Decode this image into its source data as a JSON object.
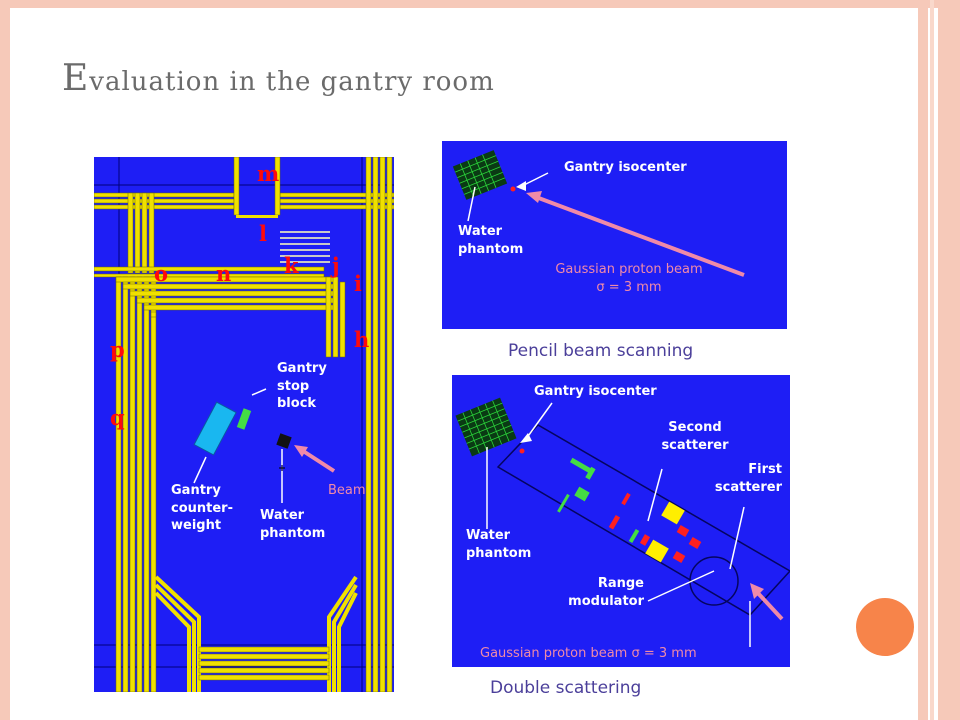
{
  "slide": {
    "title": "Evaluation in the gantry room",
    "title_first_letter": "E",
    "title_rest": "valuation in the gantry room"
  },
  "room_diagram": {
    "letters": [
      "m",
      "l",
      "k",
      "j",
      "o",
      "n",
      "i",
      "h",
      "p",
      "q"
    ],
    "labels": {
      "gantry_stop_block": "Gantry stop block",
      "gantry_counterweight": "Gantry counter- weight",
      "water_phantom": "Water phantom",
      "beam": "Beam"
    }
  },
  "pencil_beam_panel": {
    "isocenter_label": "Gantry isocenter",
    "water_phantom_label": "Water phantom",
    "beam_label": "Gaussian proton beam  σ = 3 mm",
    "caption": "Pencil beam scanning"
  },
  "double_scatter_panel": {
    "isocenter_label": "Gantry isocenter",
    "second_scatterer_label": "Second scatterer",
    "first_scatterer_label": "First scatterer",
    "water_phantom_label": "Water phantom",
    "range_modulator_label": "Range modulator",
    "beam_label": "Gaussian proton beam  σ = 3 mm",
    "caption": "Double scattering"
  },
  "colors": {
    "panel_blue": "#1e1ef5",
    "wall_yellow": "#f0e000",
    "letter_red": "#ff0a0a",
    "beam_pink": "#f08aa8",
    "caption_purple": "#4b3f9a",
    "accent_orange": "#f7844a",
    "border_peach": "#f6c9b9"
  }
}
